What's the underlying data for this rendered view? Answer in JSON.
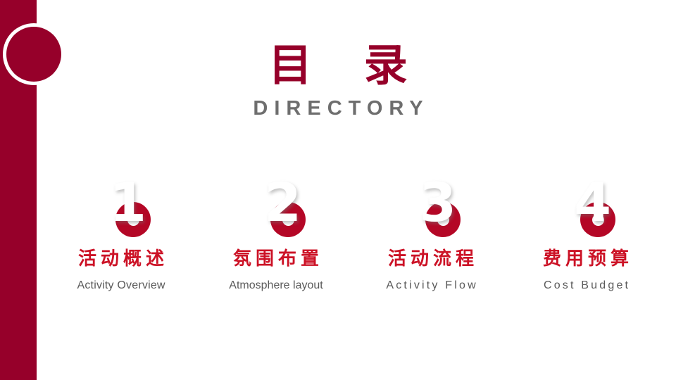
{
  "slide": {
    "background_color": "#ffffff",
    "accent_dark_red": "#96002a",
    "accent_red": "#b40726",
    "heading_red": "#cc1226",
    "gray_text": "#5a5a5a",
    "title_en_gray": "#6e6e6e"
  },
  "decor": {
    "left_bar_name": "left-red-bar",
    "circle_name": "ring-circle-decoration"
  },
  "title": {
    "cn": "目 录",
    "en": "DIRECTORY"
  },
  "items": [
    {
      "number": "1",
      "cn": "活动概述",
      "en": "Activity   Overview",
      "en_spacing": "sp-gap"
    },
    {
      "number": "2",
      "cn": "氛围布置",
      "en": "Atmosphere layout",
      "en_spacing": "sp-none"
    },
    {
      "number": "3",
      "cn": "活动流程",
      "en": "Activity  Flow",
      "en_spacing": "sp-wide"
    },
    {
      "number": "4",
      "cn": "费用预算",
      "en": "Cost  Budget",
      "en_spacing": "sp-wide"
    }
  ]
}
